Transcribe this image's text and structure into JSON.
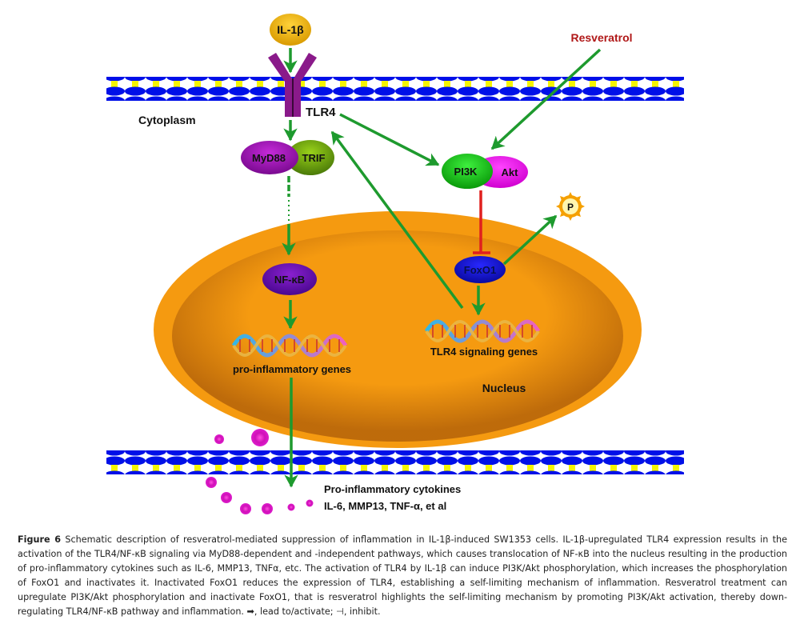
{
  "diagram": {
    "title": "Resveratrol-mediated suppression of inflammation via TLR4/NF-κB and PI3K/Akt/FoxO1",
    "nodes": {
      "il1b": "IL-1β",
      "tlr4": "TLR4",
      "cytoplasm": "Cytoplasm",
      "myd88": "MyD88",
      "trif": "TRIF",
      "resveratrol": "Resveratrol",
      "pi3k": "PI3K",
      "akt": "Akt",
      "phospho": "P",
      "foxo1": "FoxO1",
      "nfkb": "NF-κB",
      "pro_genes": "pro-inflammatory genes",
      "tlr4_genes": "TLR4 signaling genes",
      "nucleus": "Nucleus",
      "cytokines_title": "Pro-inflammatory cytokines",
      "cytokines_list": "IL-6, MMP13, TNF-α, et al"
    },
    "edges": [
      {
        "from": "IL-1β",
        "to": "TLR4",
        "type": "activate"
      },
      {
        "from": "TLR4",
        "to": "MyD88/TRIF",
        "type": "activate"
      },
      {
        "from": "MyD88/TRIF",
        "to": "NF-κB",
        "type": "activate (indirect, dotted)"
      },
      {
        "from": "NF-κB",
        "to": "pro-inflammatory genes",
        "type": "activate"
      },
      {
        "from": "pro-inflammatory genes",
        "to": "Pro-inflammatory cytokines",
        "type": "activate"
      },
      {
        "from": "TLR4",
        "to": "PI3K/Akt",
        "type": "activate"
      },
      {
        "from": "Resveratrol",
        "to": "PI3K/Akt",
        "type": "activate"
      },
      {
        "from": "PI3K/Akt",
        "to": "FoxO1",
        "type": "inhibit"
      },
      {
        "from": "FoxO1",
        "to": "P",
        "type": "activate"
      },
      {
        "from": "FoxO1",
        "to": "TLR4 signaling genes",
        "type": "activate"
      },
      {
        "from": "TLR4 signaling genes",
        "to": "TLR4",
        "type": "activate"
      }
    ],
    "colors": {
      "arrow": "#1e9a2e",
      "inhibit": "#e0201e",
      "membrane_head": "#0010e8",
      "membrane_tail": "#f5f500",
      "nucleus": "#f39a0c",
      "il1b": "#e8b000",
      "tlr4_receptor": "#8a1a8a",
      "myd88": "#9a10b0",
      "trif": "#6a9a10",
      "pi3k": "#18c818",
      "akt": "#ee10ee",
      "foxo1": "#1010d0",
      "nfkb": "#6a10a8",
      "cytokine": "#e010c8",
      "resveratrol_text": "#b01818"
    }
  },
  "caption": {
    "figure_label": "Figure 6",
    "text": " Schematic description of resveratrol-mediated suppression of inflammation in IL-1β-induced SW1353 cells. IL-1β-upregulated TLR4 expression results in the activation of the TLR4/NF-κB signaling via MyD88-dependent and -independent pathways, which causes translocation of NF-κB into the nucleus resulting in the production of pro-inflammatory cytokines such as IL-6, MMP13, TNFα, etc. The activation of TLR4 by IL-1β can induce PI3K/Akt phosphorylation, which increases the phosphorylation of FoxO1 and inactivates it. Inactivated FoxO1 reduces the expression of TLR4, establishing a self-limiting mechanism of inflammation. Resveratrol treatment can upregulate PI3K/Akt phosphorylation and inactivate FoxO1, that is resveratrol highlights the self-limiting mechanism by promoting PI3K/Akt activation, thereby down-regulating TLR4/NF-κB pathway and inflammation. ➡, lead to/activate; ⊣, inhibit."
  }
}
